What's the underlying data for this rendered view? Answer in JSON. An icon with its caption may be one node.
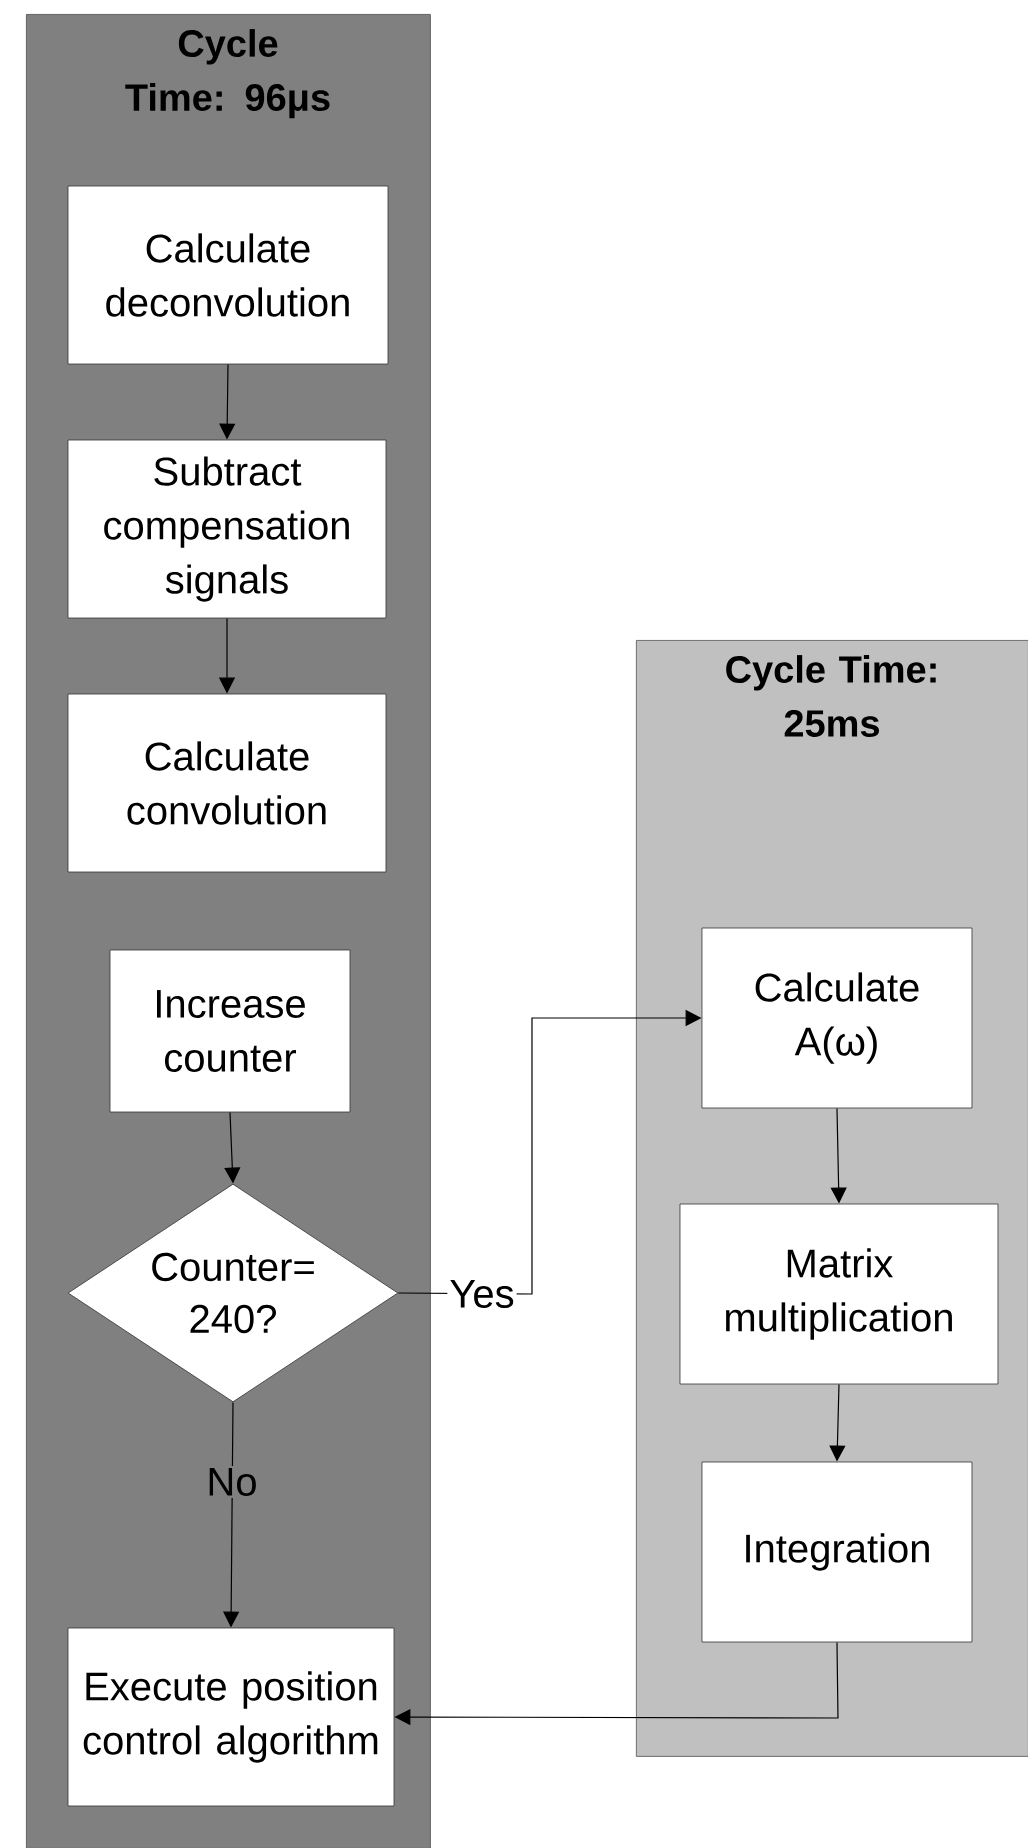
{
  "diagram": {
    "nodes": [
      {
        "text": [
          "Cycle Time: 96μs"
        ]
      },
      {
        "text": [
          "Calculate deconvolution"
        ],
        "in": 0
      },
      {
        "text": [
          "Subtract compensation signals"
        ],
        "in": 0
      },
      {
        "text": [
          "Calculate convolution"
        ],
        "in": 0
      },
      {
        "text": [
          "Increase counter"
        ],
        "in": 0
      },
      {
        "text": [
          "Counter= 240?"
        ],
        "in": 0
      },
      {
        "text": [
          "Execute position control algorithm"
        ],
        "in": 0
      },
      {
        "text": [
          "Cycle Time: 25ms"
        ]
      },
      {
        "text": [
          "Calculate A(ω)"
        ],
        "in": 7
      },
      {
        "text": [
          "Matrix multiplication"
        ],
        "in": 7
      },
      {
        "text": [
          "Integration"
        ],
        "in": 7
      }
    ],
    "edges": [
      {
        "from": 1,
        "to": 2,
        "arrow": "to"
      },
      {
        "from": 2,
        "to": 3,
        "arrow": "to"
      },
      {
        "from": 4,
        "to": 5,
        "arrow": "to"
      },
      {
        "from": 5,
        "to": 8,
        "arrow": "to",
        "label": "Yes"
      },
      {
        "from": 5,
        "to": 6,
        "arrow": "to",
        "label": "No"
      },
      {
        "from": 8,
        "to": 9,
        "arrow": "to"
      },
      {
        "from": 9,
        "to": 10,
        "arrow": "to"
      },
      {
        "from": 10,
        "to": 6,
        "arrow": "to"
      }
    ]
  }
}
